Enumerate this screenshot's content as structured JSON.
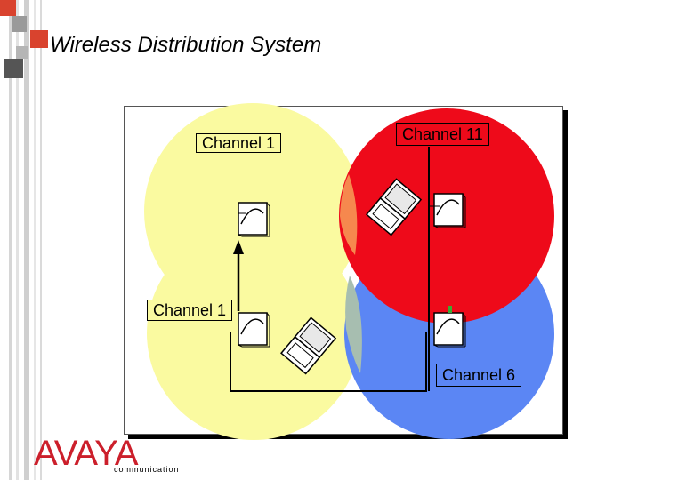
{
  "title": "Wireless Distribution System",
  "channels": {
    "top_left": "Channel 1",
    "top_right": "Channel 11",
    "bottom_left": "Channel 1",
    "bottom_right": "Channel 6"
  },
  "logo": {
    "word": "AVAYA",
    "sub": "communication"
  },
  "colors": {
    "yellow_cell": "#fafaa0",
    "red_cell": "#ee0a1a",
    "blue_cell": "#5b86f4",
    "logo_red": "#cc1f2b",
    "accent_red": "#d9432e",
    "accent_gray": "#9a9a9a"
  }
}
